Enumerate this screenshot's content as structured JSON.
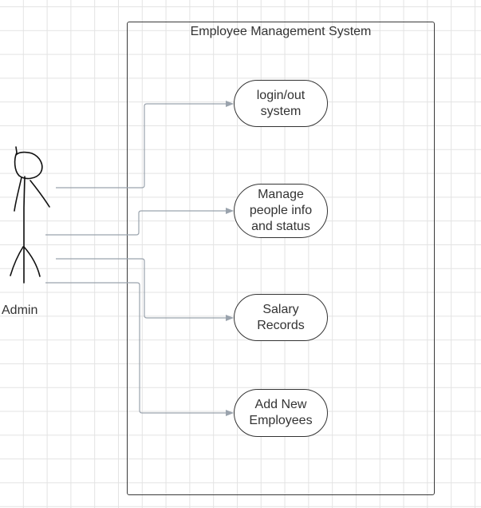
{
  "diagram": {
    "system_title": "Employee Management System",
    "actor": {
      "label": "Admin"
    },
    "use_cases": [
      {
        "id": "login",
        "label": "login/out\nsystem"
      },
      {
        "id": "manage",
        "label": "Manage\npeople info\nand status"
      },
      {
        "id": "salary",
        "label": "Salary\nRecords"
      },
      {
        "id": "add",
        "label": "Add New\nEmployees"
      }
    ],
    "connections": [
      {
        "from": "Admin",
        "to": "login"
      },
      {
        "from": "Admin",
        "to": "manage"
      },
      {
        "from": "Admin",
        "to": "salary"
      },
      {
        "from": "Admin",
        "to": "add"
      }
    ],
    "colors": {
      "connector": "#9aa3ad",
      "outline": "#333333",
      "grid": "#e3e3e3"
    }
  }
}
